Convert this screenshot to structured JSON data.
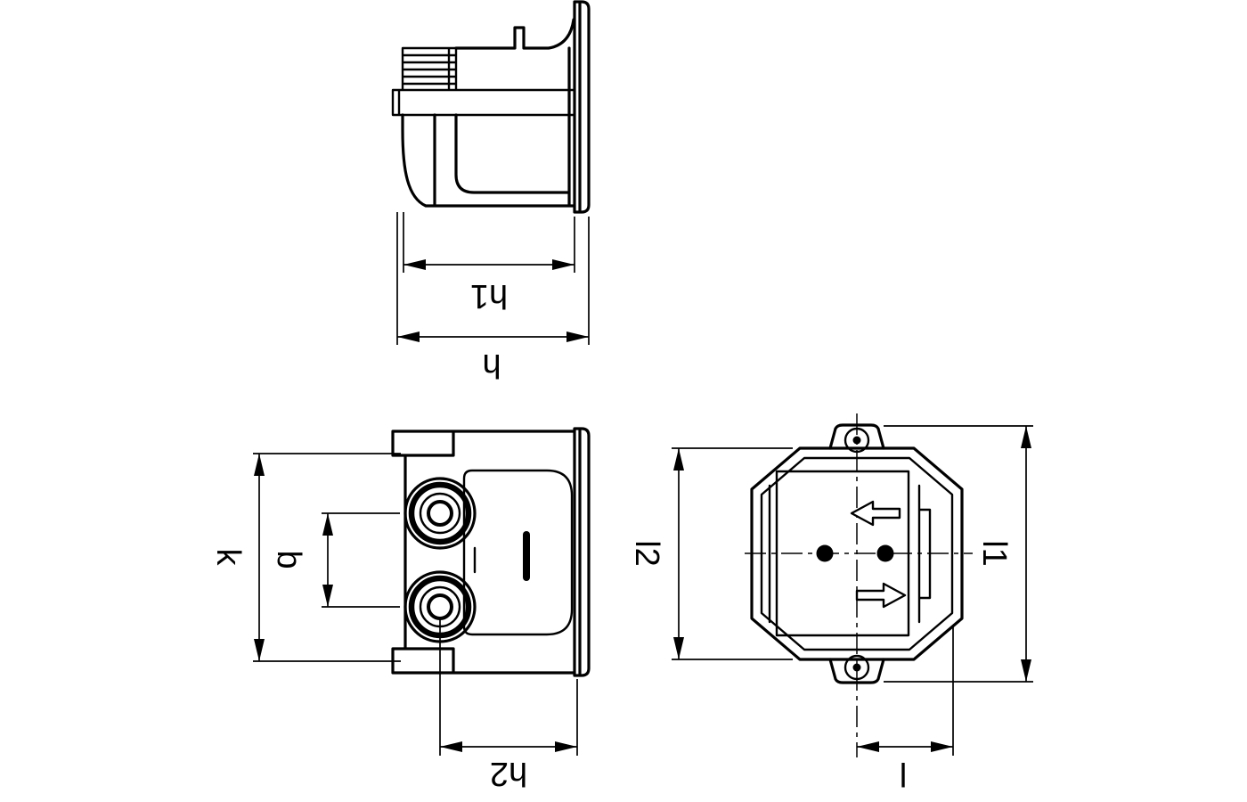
{
  "drawing": {
    "type": "technical-orthographic-drawing",
    "background": "#ffffff",
    "line_color": "#000000",
    "views": {
      "side": {
        "dimension_labels": [
          "h1",
          "h"
        ]
      },
      "front": {
        "dimension_labels": [
          "k",
          "b",
          "h2"
        ]
      },
      "end": {
        "dimension_labels": [
          "l2",
          "l1",
          "l"
        ]
      }
    },
    "labels": {
      "h1": "h1",
      "h": "h",
      "k": "k",
      "b": "b",
      "h2": "h2",
      "l2": "l2",
      "l1": "l1",
      "l": "l"
    }
  }
}
